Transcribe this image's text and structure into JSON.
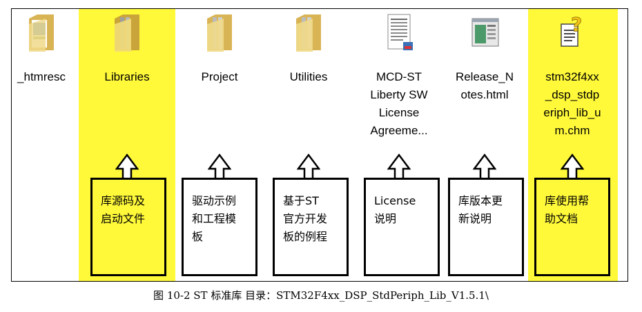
{
  "files": [
    {
      "name": "_htmresc",
      "icon": "folder-icon"
    },
    {
      "name": "Libraries",
      "icon": "folder-icon"
    },
    {
      "name": "Project",
      "icon": "folder-icon"
    },
    {
      "name": "Utilities",
      "icon": "folder-icon"
    },
    {
      "name": "MCD-ST\nLiberty SW\nLicense\nAgreeme...",
      "icon": "document-icon"
    },
    {
      "name": "Release_N\notes.html",
      "icon": "html-file-icon"
    },
    {
      "name": "stm32f4xx\n_dsp_stdp\neriph_lib_u\nm.chm",
      "icon": "chm-help-icon"
    }
  ],
  "callouts": [
    {
      "text": "库源码及\n启动文件"
    },
    {
      "text": "驱动示例\n和工程模\n板"
    },
    {
      "text": "基于ST\n官方开发\n板的例程"
    },
    {
      "text": "License\n说明"
    },
    {
      "text": "库版本更\n新说明"
    },
    {
      "text": "库使用帮\n助文档"
    }
  ],
  "caption": "图 10-2 ST 标准库   目录：STM32F4xx_DSP_StdPeriph_Lib_V1.5.1\\",
  "colors": {
    "highlight": "#fff93a",
    "border": "#000000"
  }
}
